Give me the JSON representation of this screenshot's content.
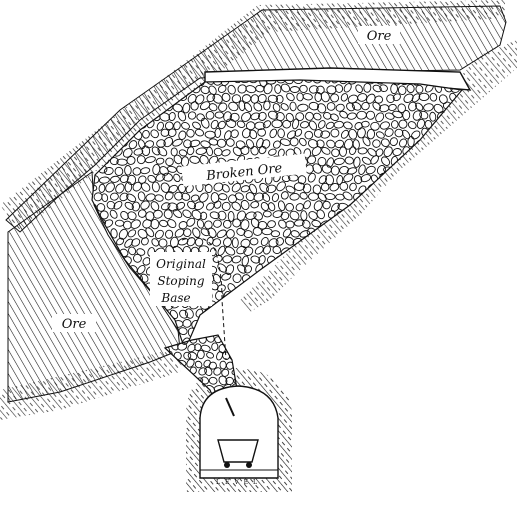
{
  "labels": {
    "ore_top": "Ore",
    "ore_left": "Ore",
    "broken_ore": "Broken Ore",
    "original_stoping_base_line1": "Original",
    "original_stoping_base_line2": "Stoping",
    "original_stoping_base_line3": "Base",
    "level": "LEVEL"
  },
  "colors": {
    "ink": "#111111",
    "paper": "#ffffff"
  }
}
